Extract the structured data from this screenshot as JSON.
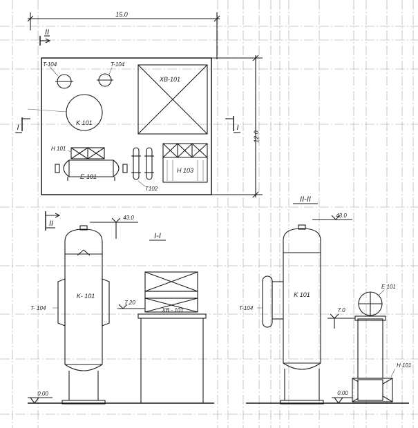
{
  "dimensions": {
    "width_total": "15.0",
    "height_total": "12.0",
    "top_elevation_1": "43.0",
    "top_elevation_2": "43.0",
    "platform_elevation": "7.20",
    "e101_elevation": "7.0",
    "ground_1": "0.00",
    "ground_2": "0.00"
  },
  "sections": {
    "marker_ii_top": "II",
    "marker_ii_bottom": "II",
    "marker_i_left": "I",
    "marker_i_right": "I",
    "title_i_i": "I-I",
    "title_ii_ii": "II-II"
  },
  "equipment": {
    "t104_a": "T-104",
    "t104_b": "T-104",
    "k101_plan": "K 101",
    "xb101_plan": "XB-101",
    "h101_plan": "H 101",
    "e101_plan": "E-101",
    "t102_plan": "T102",
    "h103_plan": "H 103",
    "k101_sec1": "K- 101",
    "t104_sec1": "T- 104",
    "xb101_sec1": "XB - 101",
    "k101_sec2": "K 101",
    "t104_sec2": "T-104",
    "e101_sec2": "E 101",
    "h101_sec2": "H 101"
  }
}
